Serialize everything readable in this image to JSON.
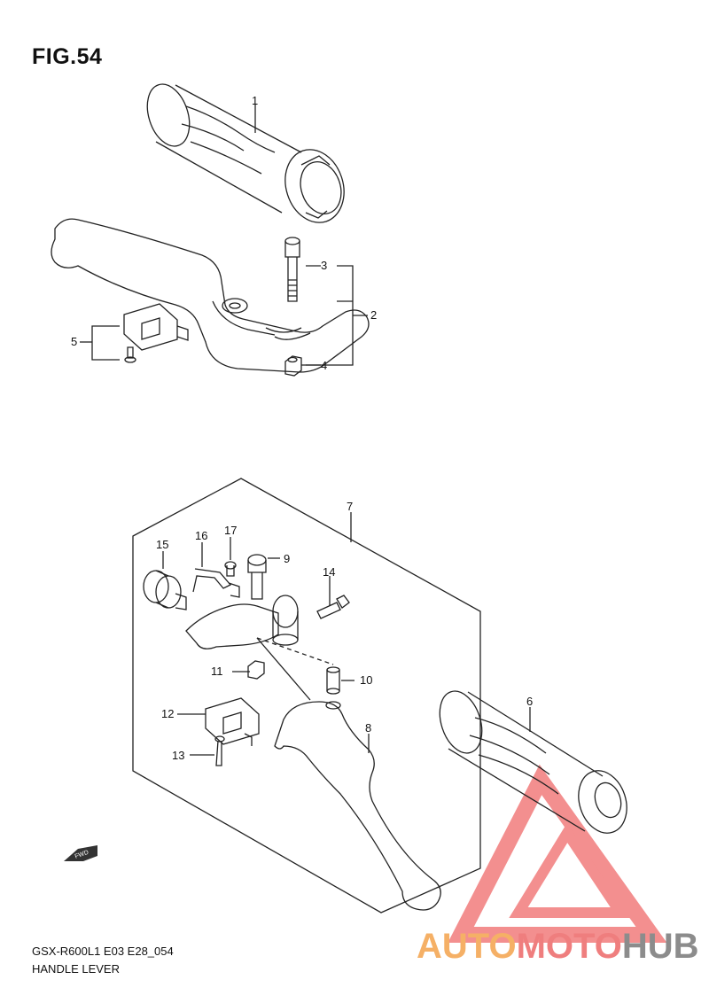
{
  "figure": {
    "title": "FIG.54",
    "model_code": "GSX-R600L1 E03 E28_054",
    "name": "HANDLE LEVER"
  },
  "callouts": [
    "1",
    "2",
    "3",
    "4",
    "5",
    "6",
    "7",
    "8",
    "9",
    "10",
    "11",
    "12",
    "13",
    "14",
    "15",
    "16",
    "17"
  ],
  "fwd_label": "FWD",
  "watermark": {
    "part1": "AUTO",
    "part2": "MOTO",
    "part3": "HUB"
  },
  "colors": {
    "line": "#222222",
    "watermark_orange": "#f5b066",
    "watermark_red": "#ef7e7e",
    "watermark_gray": "#8c8c8c"
  }
}
